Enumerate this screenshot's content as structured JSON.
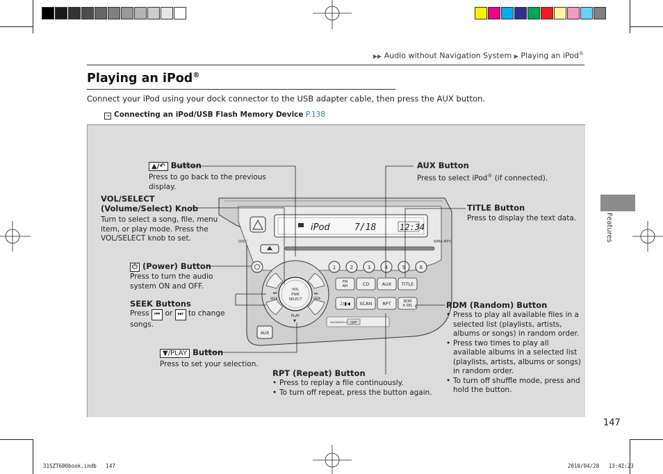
{
  "swatches_gray": [
    "#000000",
    "#1a1a1a",
    "#333333",
    "#4d4d4d",
    "#666666",
    "#808080",
    "#999999",
    "#b3b3b3",
    "#cccccc",
    "#e6e6e6",
    "#ffffff"
  ],
  "swatches_color": [
    "#fff200",
    "#ec008c",
    "#00aeef",
    "#2e3192",
    "#00a651",
    "#ed1c24",
    "#fff799",
    "#f49ac1",
    "#6dcff6",
    "#808080"
  ],
  "breadcrumb": {
    "arrow1": "▶▶",
    "section": "Audio without Navigation System",
    "arrow2": "▶",
    "page": "Playing an iPod",
    "reg": "®"
  },
  "title": {
    "text": "Playing an iPod",
    "reg": "®"
  },
  "intro": "Connect your iPod using your dock connector to the USB adapter cable, then press the AUX button.",
  "xref": {
    "text": "Connecting an iPod/USB Flash Memory Device",
    "page": "P.138"
  },
  "side_tab": "Features",
  "page_number": "147",
  "footer": {
    "left": "31SZT600book.indb   147",
    "right": "2010/04/28   13:42:23"
  },
  "callouts": {
    "back": {
      "label": "Button",
      "desc": "Press to go back to the previous display."
    },
    "vol": {
      "label1": "VOL/SELECT",
      "label2": "(Volume/Select) Knob",
      "desc": "Turn to select a song, file, menu item, or play mode. Press the VOL/SELECT knob to set."
    },
    "power": {
      "label": "(Power) Button",
      "desc": "Press to turn the audio system ON and OFF."
    },
    "seek": {
      "label": "SEEK Buttons",
      "desc_a": "Press",
      "desc_or": "or",
      "desc_b": "to change songs."
    },
    "play": {
      "icon": "▼/PLAY",
      "label": "Button",
      "desc": "Press to set your selection."
    },
    "aux": {
      "label": "AUX Button",
      "desc_a": "Press to select iPod",
      "reg": "®",
      "desc_b": " (if connected)."
    },
    "title": {
      "label": "TITLE Button",
      "desc": "Press to display the text data."
    },
    "rdm": {
      "label": "RDM (Random) Button",
      "bullets": [
        "Press to play all available files in a selected list (playlists, artists, albums or songs) in random order.",
        "Press two times to play all available albums in a selected list (playlists, artists, albums or songs) in random order.",
        "To turn off shuffle mode, press and hold the button."
      ]
    },
    "rpt": {
      "label": "RPT (Repeat) Button",
      "bullets": [
        "Press to replay a file continuously.",
        "To turn off repeat, press the button again."
      ]
    }
  },
  "radio": {
    "display_source": "iPod",
    "display_track": "7/18",
    "display_time": "12:34",
    "presets": [
      "1",
      "2",
      "3",
      "4",
      "5",
      "6"
    ],
    "knob": [
      "VOL",
      "PWR",
      "SELECT"
    ],
    "play_label": "PLAY",
    "seek_label": "SEEK",
    "buttons_row1": [
      "FM AM",
      "CD",
      "AUX",
      "TITLE"
    ],
    "buttons_row2": [
      "♪/▮◀",
      "SCAN",
      "RPT",
      "RDM A.SEL"
    ],
    "aux_jack": "AUX",
    "airbag_text": "PASSENGER AIRBAG",
    "airbag_state": "OFF",
    "wma": "WMA MP3",
    "disc_logo": "DISC"
  },
  "icons": {
    "back": "▲/↶",
    "power": "⏻",
    "seek_back": "⏮",
    "seek_fwd": "⏭",
    "bullet": "•",
    "xref": "xref-icon"
  }
}
